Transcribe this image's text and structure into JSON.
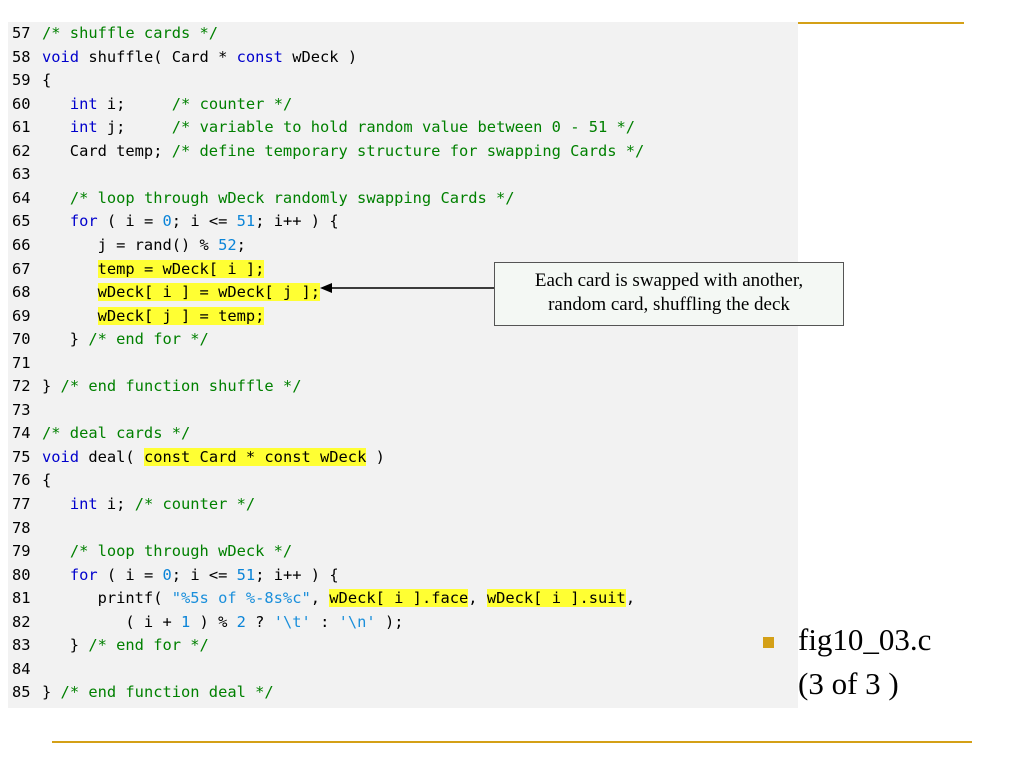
{
  "code_lines": [
    {
      "num": "57",
      "parts": [
        {
          "t": "/* shuffle cards */",
          "c": "c"
        }
      ]
    },
    {
      "num": "58",
      "parts": [
        {
          "t": "void",
          "c": "k"
        },
        {
          "t": " shuffle( Card * "
        },
        {
          "t": "const",
          "c": "k"
        },
        {
          "t": " wDeck )"
        }
      ]
    },
    {
      "num": "59",
      "parts": [
        {
          "t": "{"
        }
      ]
    },
    {
      "num": "60",
      "parts": [
        {
          "t": "   "
        },
        {
          "t": "int",
          "c": "k"
        },
        {
          "t": " i;     "
        },
        {
          "t": "/* counter */",
          "c": "c"
        }
      ]
    },
    {
      "num": "61",
      "parts": [
        {
          "t": "   "
        },
        {
          "t": "int",
          "c": "k"
        },
        {
          "t": " j;     "
        },
        {
          "t": "/* variable to hold random value between 0 - 51 */",
          "c": "c"
        }
      ]
    },
    {
      "num": "62",
      "parts": [
        {
          "t": "   Card temp; "
        },
        {
          "t": "/* define temporary structure for swapping Cards */",
          "c": "c"
        }
      ]
    },
    {
      "num": "63",
      "parts": []
    },
    {
      "num": "64",
      "parts": [
        {
          "t": "   "
        },
        {
          "t": "/* loop through wDeck randomly swapping Cards */",
          "c": "c"
        }
      ]
    },
    {
      "num": "65",
      "parts": [
        {
          "t": "   "
        },
        {
          "t": "for",
          "c": "k"
        },
        {
          "t": " ( i = "
        },
        {
          "t": "0",
          "c": "n"
        },
        {
          "t": "; i <= "
        },
        {
          "t": "51",
          "c": "n"
        },
        {
          "t": "; i++ ) {"
        }
      ]
    },
    {
      "num": "66",
      "parts": [
        {
          "t": "      j = rand() % "
        },
        {
          "t": "52",
          "c": "n"
        },
        {
          "t": ";"
        }
      ]
    },
    {
      "num": "67",
      "parts": [
        {
          "t": "      "
        },
        {
          "t": "temp = wDeck[ i ];",
          "c": "hl"
        }
      ]
    },
    {
      "num": "68",
      "parts": [
        {
          "t": "      "
        },
        {
          "t": "wDeck[ i ] = wDeck[ j ];",
          "c": "hl"
        }
      ]
    },
    {
      "num": "69",
      "parts": [
        {
          "t": "      "
        },
        {
          "t": "wDeck[ j ] = temp;",
          "c": "hl"
        }
      ]
    },
    {
      "num": "70",
      "parts": [
        {
          "t": "   } "
        },
        {
          "t": "/* end for */",
          "c": "c"
        }
      ]
    },
    {
      "num": "71",
      "parts": []
    },
    {
      "num": "72",
      "parts": [
        {
          "t": "} "
        },
        {
          "t": "/* end function shuffle */",
          "c": "c"
        }
      ]
    },
    {
      "num": "73",
      "parts": []
    },
    {
      "num": "74",
      "parts": [
        {
          "t": "/* deal cards */",
          "c": "c"
        }
      ]
    },
    {
      "num": "75",
      "parts": [
        {
          "t": "void",
          "c": "k"
        },
        {
          "t": " deal( "
        },
        {
          "t": "const Card * const wDeck",
          "c": "hl"
        },
        {
          "t": " )"
        }
      ]
    },
    {
      "num": "76",
      "parts": [
        {
          "t": "{"
        }
      ]
    },
    {
      "num": "77",
      "parts": [
        {
          "t": "   "
        },
        {
          "t": "int",
          "c": "k"
        },
        {
          "t": " i; "
        },
        {
          "t": "/* counter */",
          "c": "c"
        }
      ]
    },
    {
      "num": "78",
      "parts": []
    },
    {
      "num": "79",
      "parts": [
        {
          "t": "   "
        },
        {
          "t": "/* loop through wDeck */",
          "c": "c"
        }
      ]
    },
    {
      "num": "80",
      "parts": [
        {
          "t": "   "
        },
        {
          "t": "for",
          "c": "k"
        },
        {
          "t": " ( i = "
        },
        {
          "t": "0",
          "c": "n"
        },
        {
          "t": "; i <= "
        },
        {
          "t": "51",
          "c": "n"
        },
        {
          "t": "; i++ ) {"
        }
      ]
    },
    {
      "num": "81",
      "parts": [
        {
          "t": "      printf( "
        },
        {
          "t": "\"%5s of %-8s%c\"",
          "c": "s"
        },
        {
          "t": ", "
        },
        {
          "t": "wDeck[ i ].face",
          "c": "hl"
        },
        {
          "t": ", "
        },
        {
          "t": "wDeck[ i ].suit",
          "c": "hl"
        },
        {
          "t": ","
        }
      ]
    },
    {
      "num": "82",
      "parts": [
        {
          "t": "         ( i + "
        },
        {
          "t": "1",
          "c": "n"
        },
        {
          "t": " ) % "
        },
        {
          "t": "2",
          "c": "n"
        },
        {
          "t": " ? "
        },
        {
          "t": "'\\t'",
          "c": "s"
        },
        {
          "t": " : "
        },
        {
          "t": "'\\n'",
          "c": "s"
        },
        {
          "t": " );"
        }
      ]
    },
    {
      "num": "83",
      "parts": [
        {
          "t": "   } "
        },
        {
          "t": "/* end for */",
          "c": "c"
        }
      ]
    },
    {
      "num": "84",
      "parts": []
    },
    {
      "num": "85",
      "parts": [
        {
          "t": "} "
        },
        {
          "t": "/* end function deal */",
          "c": "c"
        }
      ]
    }
  ],
  "callout": {
    "line1": "Each card is swapped with another,",
    "line2": "random card, shuffling the deck"
  },
  "side_note": {
    "line1": "fig10_03.c",
    "line2": "(3 of 3 )"
  },
  "colors": {
    "accent": "#d4a017",
    "keyword": "#0000cc",
    "comment": "#008000",
    "number": "#0a84d8",
    "highlight": "#ffff33"
  }
}
